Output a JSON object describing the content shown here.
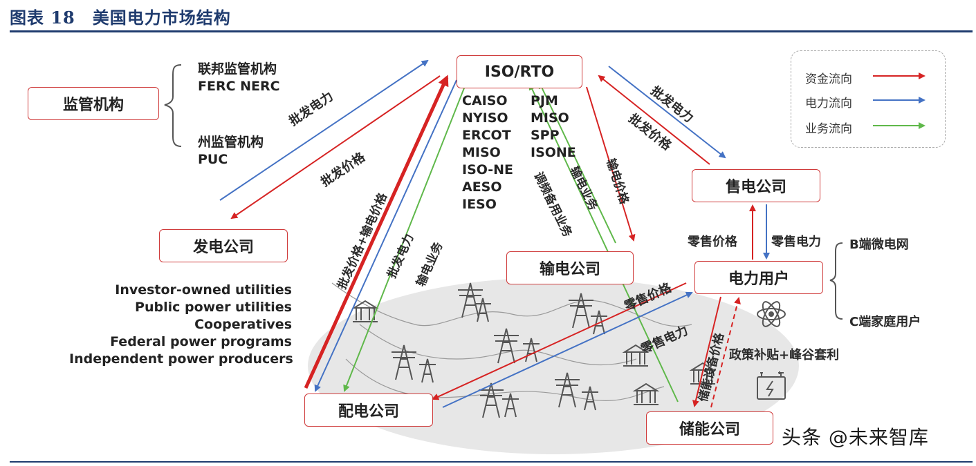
{
  "figure_title": "图表 18　美国电力市场结构",
  "nodes": {
    "regulator": "监管机构",
    "iso_rto": "ISO/RTO",
    "generator": "发电公司",
    "retailer": "售电公司",
    "transmission": "输电公司",
    "consumer": "电力用户",
    "distribution": "配电公司",
    "storage": "储能公司"
  },
  "regulators": {
    "federal_line1": "联邦监管机构",
    "federal_line2": "FERC NERC",
    "state_line1": "州监管机构",
    "state_line2": "PUC"
  },
  "iso_list": {
    "col1": [
      "CAISO",
      "NYISO",
      "ERCOT",
      "MISO",
      "ISO-NE",
      "AESO",
      "IESO"
    ],
    "col2": [
      "PJM",
      "MISO",
      "SPP",
      "ISONE"
    ]
  },
  "generator_types": [
    "Investor-owned utilities",
    "Public power utilities",
    "Cooperatives",
    "Federal power programs",
    "Independent power producers"
  ],
  "consumer_types": {
    "b_end": "B端微电网",
    "c_end": "C端家庭用户"
  },
  "edge_labels": {
    "wholesale_power": "批发电力",
    "wholesale_price": "批发价格",
    "wholesale_power_dist": "批发电力",
    "wholesale_plus_transmission": "批发价格+输电价格",
    "transmission_business_dist": "输电业务",
    "freq_reserve": "调频备用业务",
    "transmission_business": "输电业务",
    "transmission_price": "输电价格",
    "wholesale_power_retail": "批发电力",
    "wholesale_price_retail": "批发价格",
    "retail_price": "零售价格",
    "retail_power": "零售电力",
    "retail_price_dist": "零售价格",
    "retail_power_dist": "零售电力",
    "storage_price": "储能设备价格",
    "policy": "政策补贴+峰谷套利"
  },
  "legend": {
    "money": "资金流向",
    "power": "电力流向",
    "business": "业务流向"
  },
  "colors": {
    "money": "#d62323",
    "power": "#4472c4",
    "business": "#5fb84a",
    "box_border": "#cf3a3a",
    "title": "#1f3b6e"
  },
  "watermark": "头条 @未来智库"
}
